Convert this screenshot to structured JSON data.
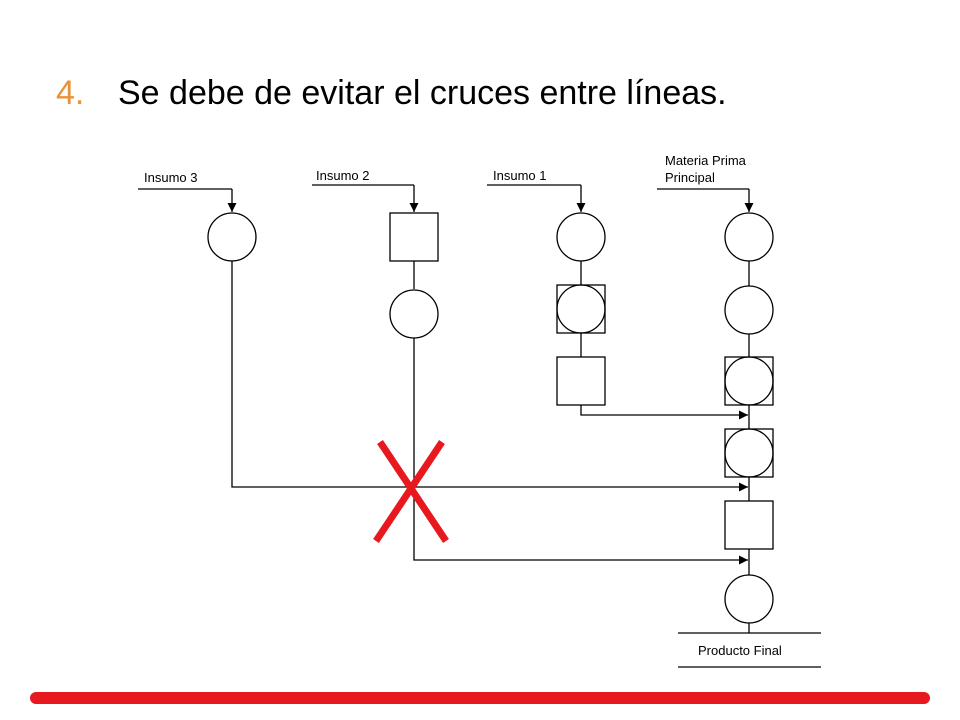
{
  "slide": {
    "number": "4.",
    "text": "Se debe de evitar el cruces entre líneas."
  },
  "diagram": {
    "labels": {
      "insumo3": "Insumo 3",
      "insumo2": "Insumo 2",
      "insumo1": "Insumo 1",
      "materia_line1": "Materia Prima",
      "materia_line2": "Principal",
      "producto": "Producto Final"
    }
  },
  "colors": {
    "accent": "#e8923a",
    "cross_mark": "#e8191e",
    "footer_bar": "#e8191e"
  }
}
